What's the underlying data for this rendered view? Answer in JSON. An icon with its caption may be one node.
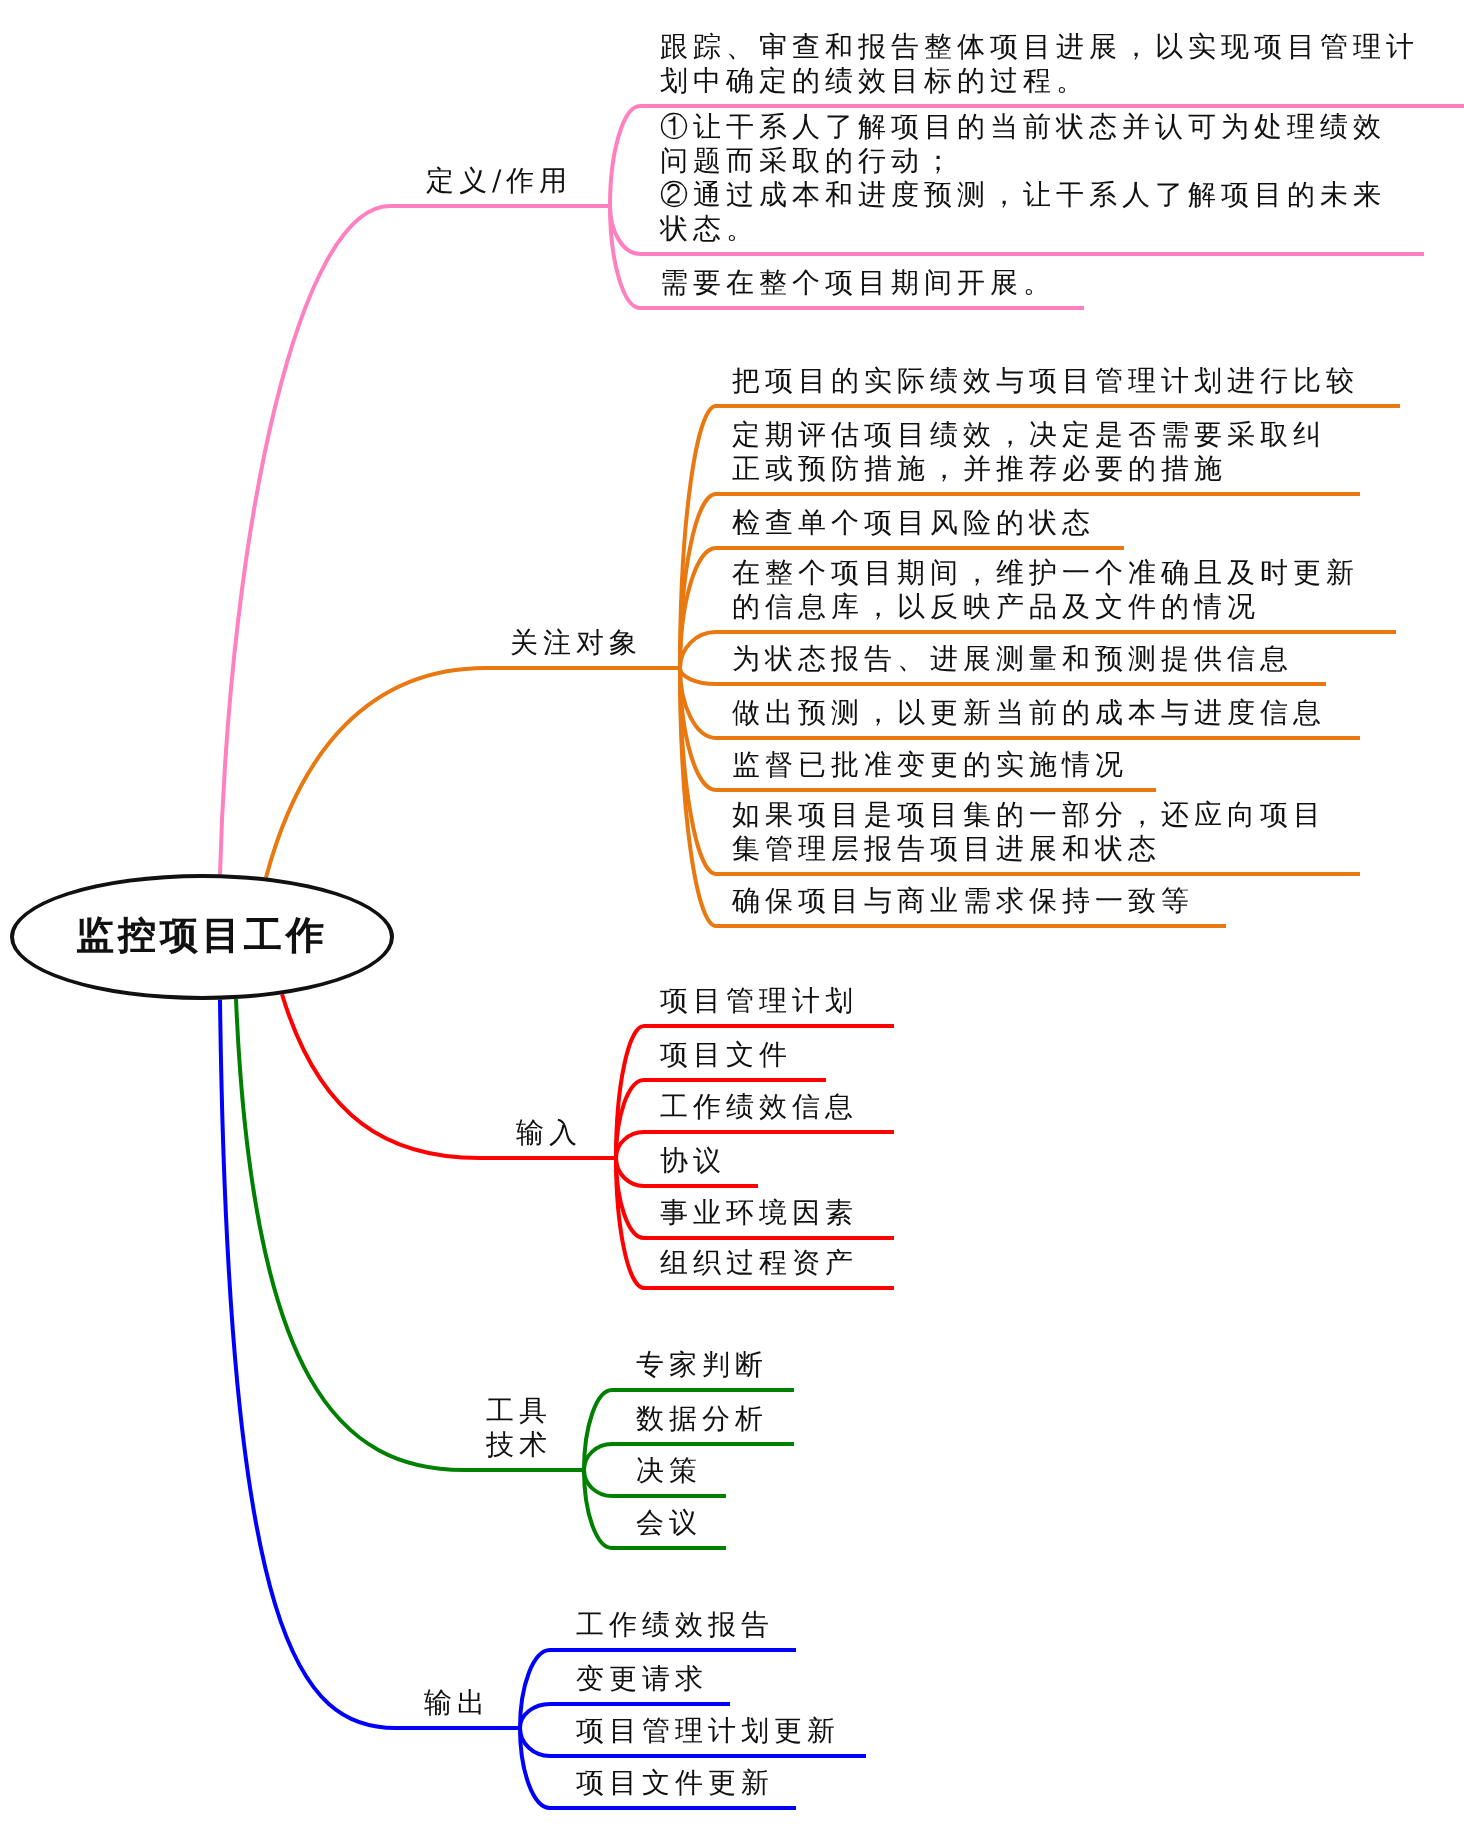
{
  "diagram": {
    "nodes": [
      {
        "text": [
          "监控项目工作"
        ]
      },
      {
        "text": [
          "定义/作用"
        ]
      },
      {
        "text": [
          "跟踪、审查和报告整体项目进展，以实现项目管理计划中确定的绩效目标的过程。"
        ]
      },
      {
        "text": [
          "①让干系人了解项目的当前状态并认可为处理绩效问题而采取的行动；",
          "②通过成本和进度预测，让干系人了解项目的未来状态。"
        ]
      },
      {
        "text": [
          "需要在整个项目期间开展。"
        ]
      },
      {
        "text": [
          "关注对象"
        ]
      },
      {
        "text": [
          "把项目的实际绩效与项目管理计划进行比较"
        ]
      },
      {
        "text": [
          "定期评估项目绩效，决定是否需要采取纠正或预防措施，并推荐必要的措施"
        ]
      },
      {
        "text": [
          "检查单个项目风险的状态"
        ]
      },
      {
        "text": [
          "在整个项目期间，维护一个准确且及时更新的信息库，以反映产品及文件的情况"
        ]
      },
      {
        "text": [
          "为状态报告、进展测量和预测提供信息"
        ]
      },
      {
        "text": [
          "做出预测，以更新当前的成本与进度信息"
        ]
      },
      {
        "text": [
          "监督已批准变更的实施情况"
        ]
      },
      {
        "text": [
          "如果项目是项目集的一部分，还应向项目集管理层报告项目进展和状态"
        ]
      },
      {
        "text": [
          "确保项目与商业需求保持一致等"
        ]
      },
      {
        "text": [
          "输入"
        ]
      },
      {
        "text": [
          "项目管理计划"
        ]
      },
      {
        "text": [
          "项目文件"
        ]
      },
      {
        "text": [
          "工作绩效信息"
        ]
      },
      {
        "text": [
          "协议"
        ]
      },
      {
        "text": [
          "事业环境因素"
        ]
      },
      {
        "text": [
          "组织过程资产"
        ]
      },
      {
        "text": [
          "工具技术"
        ]
      },
      {
        "text": [
          "专家判断"
        ]
      },
      {
        "text": [
          "数据分析"
        ]
      },
      {
        "text": [
          "决策"
        ]
      },
      {
        "text": [
          "会议"
        ]
      },
      {
        "text": [
          "输出"
        ]
      },
      {
        "text": [
          "工作绩效报告"
        ]
      },
      {
        "text": [
          "变更请求"
        ]
      },
      {
        "text": [
          "项目管理计划更新"
        ]
      },
      {
        "text": [
          "项目文件更新"
        ]
      }
    ],
    "edges": [
      {
        "from": 0,
        "to": 1,
        "arrow": "none",
        "color": "#ff80c0"
      },
      {
        "from": 1,
        "to": 2,
        "arrow": "none",
        "color": "#ff80c0"
      },
      {
        "from": 1,
        "to": 3,
        "arrow": "none",
        "color": "#ff80c0"
      },
      {
        "from": 1,
        "to": 4,
        "arrow": "none",
        "color": "#ff80c0"
      },
      {
        "from": 0,
        "to": 5,
        "arrow": "none"
      },
      {
        "from": 5,
        "to": 6,
        "arrow": "none"
      },
      {
        "from": 5,
        "to": 7,
        "arrow": "none"
      },
      {
        "from": 5,
        "to": 8,
        "arrow": "none"
      },
      {
        "from": 5,
        "to": 9,
        "arrow": "none"
      },
      {
        "from": 5,
        "to": 10,
        "arrow": "none"
      },
      {
        "from": 5,
        "to": 11,
        "arrow": "none"
      },
      {
        "from": 5,
        "to": 12,
        "arrow": "none"
      },
      {
        "from": 5,
        "to": 13,
        "arrow": "none"
      },
      {
        "from": 5,
        "to": 14,
        "arrow": "none"
      },
      {
        "from": 0,
        "to": 15,
        "arrow": "none",
        "color": "#ff0000"
      },
      {
        "from": 15,
        "to": 16,
        "arrow": "none",
        "color": "#ff0000"
      },
      {
        "from": 15,
        "to": 17,
        "arrow": "none",
        "color": "#ff0000"
      },
      {
        "from": 15,
        "to": 18,
        "arrow": "none",
        "color": "#ff0000"
      },
      {
        "from": 15,
        "to": 19,
        "arrow": "none",
        "color": "#ff0000"
      },
      {
        "from": 15,
        "to": 20,
        "arrow": "none",
        "color": "#ff0000"
      },
      {
        "from": 15,
        "to": 21,
        "arrow": "none",
        "color": "#ff0000"
      },
      {
        "from": 0,
        "to": 22,
        "arrow": "none",
        "color": "#008000"
      },
      {
        "from": 22,
        "to": 23,
        "arrow": "none",
        "color": "#008000"
      },
      {
        "from": 22,
        "to": 24,
        "arrow": "none",
        "color": "#008000"
      },
      {
        "from": 22,
        "to": 25,
        "arrow": "none",
        "color": "#008000"
      },
      {
        "from": 22,
        "to": 26,
        "arrow": "none",
        "color": "#008000"
      },
      {
        "from": 0,
        "to": 27,
        "arrow": "none",
        "color": "#0000ff"
      },
      {
        "from": 27,
        "to": 28,
        "arrow": "none",
        "color": "#0000ff"
      },
      {
        "from": 27,
        "to": 29,
        "arrow": "none",
        "color": "#0000ff"
      },
      {
        "from": 27,
        "to": 30,
        "arrow": "none",
        "color": "#0000ff"
      },
      {
        "from": 27,
        "to": 31,
        "arrow": "none",
        "color": "#0000ff"
      }
    ]
  }
}
